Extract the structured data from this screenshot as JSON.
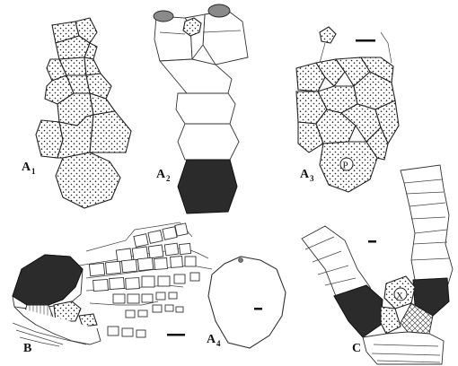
{
  "figure": {
    "panels": {
      "A1": {
        "letter": "A",
        "index": "1"
      },
      "A2": {
        "letter": "A",
        "index": "2"
      },
      "A3": {
        "letter": "A",
        "index": "3",
        "plate_label": "P"
      },
      "A4": {
        "letter": "A",
        "index": "4"
      },
      "B": {
        "letter": "B"
      },
      "C": {
        "letter": "C",
        "plate_label": "X"
      }
    }
  }
}
